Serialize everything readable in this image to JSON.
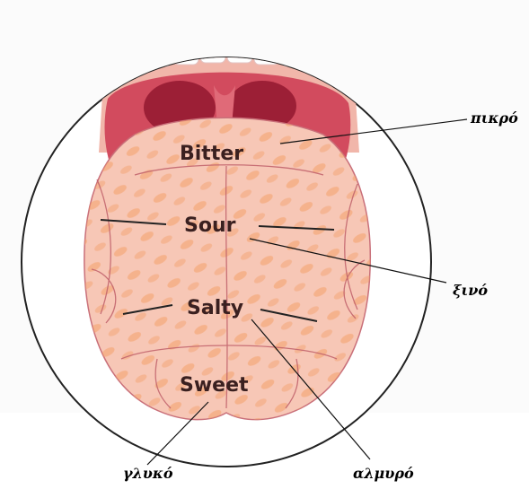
{
  "tongue_labels": {
    "bitter": "Bitter",
    "sour": "Sour",
    "salty": "Salty",
    "sweet": "Sweet"
  },
  "greek_labels": {
    "bitter": "πικρό",
    "sour": "ξινό",
    "salty": "αλμυρό",
    "sweet": "γλυκό"
  },
  "colors": {
    "tongue_fill": "#f7c7b6",
    "tongue_spots": "#f4a878",
    "mouth_dark": "#b8304a",
    "mouth_mid": "#d9586a",
    "lip": "#f2b3a6",
    "outline": "#c0606a"
  }
}
